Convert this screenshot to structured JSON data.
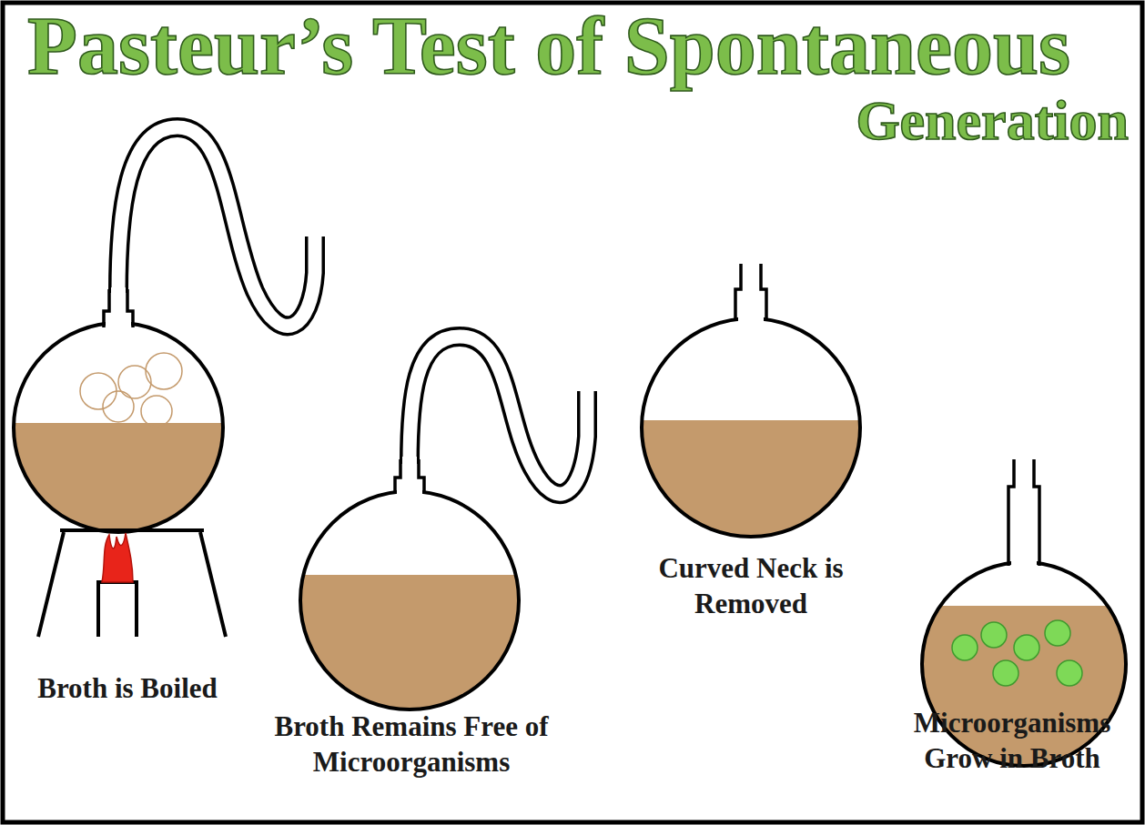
{
  "diagram": {
    "title": "Pasteur’s Test of Spontaneous Generation",
    "labels": [
      "Broth is Boiled",
      "Broth Remains Free of Microorganisms",
      "Curved Neck is Removed",
      "Microorganisms Grow in Broth"
    ]
  }
}
